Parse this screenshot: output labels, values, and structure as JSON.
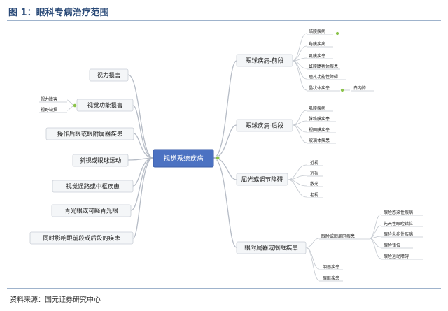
{
  "header": {
    "title": "图 1：眼科专病治疗范围"
  },
  "footer": {
    "source": "资料来源：国元证券研究中心"
  },
  "center": {
    "label": "视觉系统疾病"
  },
  "left": {
    "vision_loss": "视力损害",
    "visual_function": "视觉功能损害",
    "vision_impairment": "视力障害",
    "visual_field_defect": "视野缺损",
    "postop": "操作后眼或眼附属器疾患",
    "strabismus": "斜视或眼球运动",
    "pathway": "视觉通路或中枢疾患",
    "glaucoma": "青光眼或可疑青光眼",
    "both": "同时影响眼前段或后段的疾患"
  },
  "right": {
    "anterior": {
      "label": "眼球疾病-前段",
      "items": [
        "结膜疾病",
        "角膜疾病",
        "巩膜疾患",
        "虹膜睫状体疾患",
        "瞳孔功能性障碍",
        "晶状体疾患"
      ],
      "cataract": "白内障"
    },
    "posterior": {
      "label": "眼球疾病-后段",
      "items": [
        "巩膜疾病",
        "脉络膜疾患",
        "视网膜疾患",
        "玻璃体疾患"
      ]
    },
    "refraction": {
      "label": "屈光或调节障碍",
      "items": [
        "近视",
        "远视",
        "散光",
        "老视"
      ]
    },
    "adnexa": {
      "label": "眼附属器或眼眶疾患",
      "eyelid": "眼睑或眼周区疾患",
      "eyelid_items": [
        "眼睑感染性疾病",
        "先天性眼睑错位",
        "眼睑炎症性疾病",
        "眼睑错位",
        "眼睑运动障碍"
      ],
      "lacrimal": "泪器疾患",
      "orbit": "眼眶疾患"
    }
  }
}
